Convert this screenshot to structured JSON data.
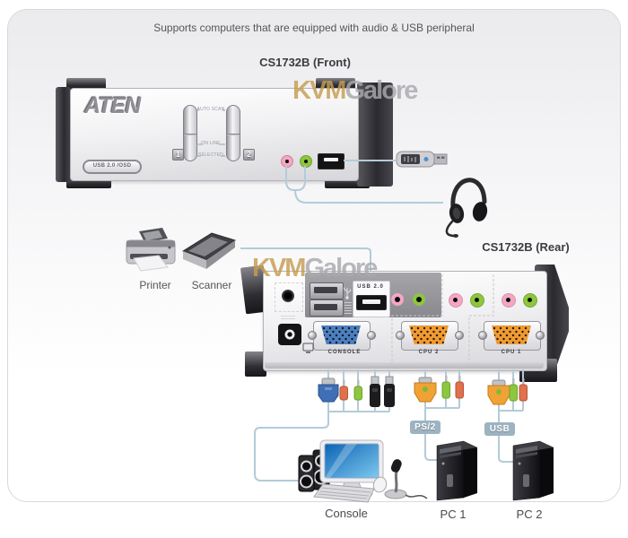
{
  "page": {
    "subtitle": "Supports computers that are equipped with audio & USB peripheral"
  },
  "watermark": {
    "kvm": "KVM",
    "galore": "Galore"
  },
  "front_section": {
    "title": "CS1732B (Front)",
    "device": {
      "brand": "ATEN",
      "badge": "USB 2.0 /OSD",
      "button1": "1",
      "button2": "2",
      "label_auto_scan": "AUTO SCAN",
      "label_on_line": "ON LINE",
      "label_selected": "SELECTED"
    }
  },
  "rear_section": {
    "title": "CS1732B (Rear)",
    "device": {
      "usb_port_label": "USB 2.0",
      "console_port_label": "CONSOLE",
      "cpu2_port_label": "CPU 2",
      "cpu1_port_label": "CPU 1"
    }
  },
  "peripherals": {
    "printer_label": "Printer",
    "scanner_label": "Scanner"
  },
  "computers": {
    "ps2_badge": "PS/2",
    "usb_badge": "USB",
    "console_label": "Console",
    "pc1_label": "PC 1",
    "pc2_label": "PC 2"
  },
  "colors": {
    "line": "#b3cbd9",
    "audio_pink": "#f2a7c3",
    "audio_green": "#8dc63f",
    "vga_blue": "#4d7fc0",
    "vga_orange": "#f09a30",
    "watermark_kvm": "#c69d52",
    "watermark_galore": "#a9a9ae",
    "badge_bg": "#9db3c1"
  }
}
